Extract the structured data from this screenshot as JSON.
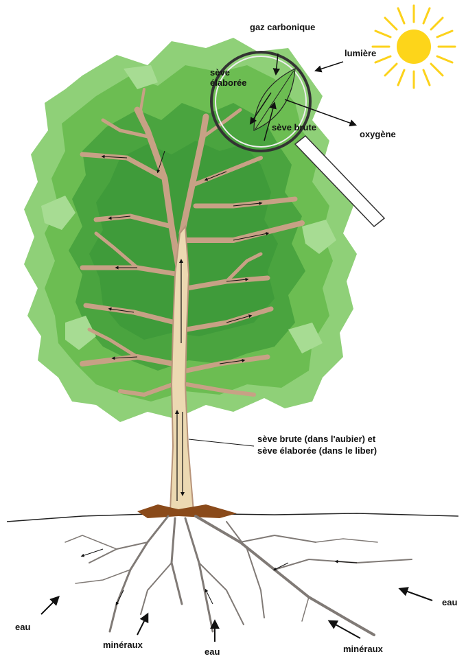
{
  "labels": {
    "gaz_carbonique": "gaz carbonique",
    "lumiere": "lumière",
    "seve_elaboree_leaf": "sève\nélaborée",
    "seve_brute_leaf": "sève brute",
    "oxygene": "oxygène",
    "trunk_line1": "sève brute (dans l'aubier) et",
    "trunk_line2": "sève élaborée (dans le liber)",
    "eau_left": "eau",
    "mineraux_left": "minéraux",
    "eau_center": "eau",
    "mineraux_right": "minéraux",
    "eau_right": "eau"
  },
  "colors": {
    "sun": "#fdd51a",
    "sun_rays": "#fcd21b",
    "foliage_light": "#8fd078",
    "foliage_mid": "#6cbd52",
    "foliage_dark": "#3f9b3a",
    "trunk": "#ecd9b2",
    "branch": "#c7a185",
    "roots": "#807a76",
    "arrow": "#111111"
  },
  "icons": [
    "sun-icon",
    "magnifier-icon",
    "leaf-icon",
    "tree-illustration"
  ]
}
